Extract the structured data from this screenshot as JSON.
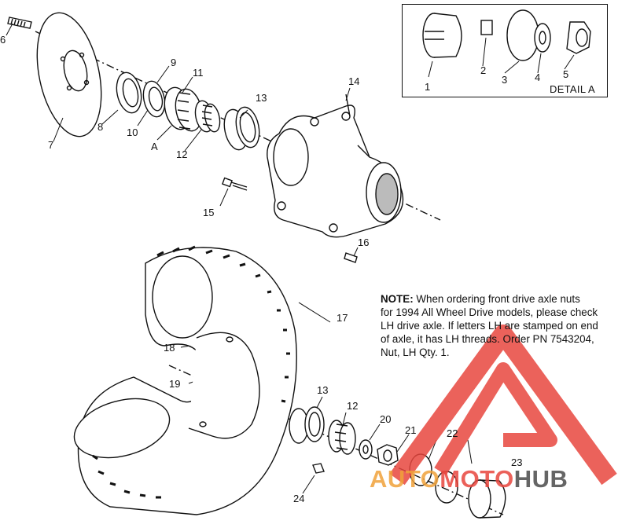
{
  "detail": {
    "title": "DETAIL A"
  },
  "callouts": {
    "p1": "1",
    "p2": "2",
    "p3": "3",
    "p4": "4",
    "p5": "5",
    "p6": "6",
    "p7": "7",
    "p8": "8",
    "p9": "9",
    "p10": "10",
    "p11": "11",
    "pA": "A",
    "p12a": "12",
    "p13a": "13",
    "p14": "14",
    "p15": "15",
    "p16": "16",
    "p17": "17",
    "p18": "18",
    "p19": "19",
    "p13b": "13",
    "p12b": "12",
    "p20": "20",
    "p21": "21",
    "p22": "22",
    "p23": "23",
    "p24": "24"
  },
  "note": {
    "heading": "NOTE:",
    "line1": " When ordering front drive axle nuts",
    "line2": "for 1994 All Wheel Drive models, please check",
    "line3": "LH drive axle.  If letters LH are stamped on end",
    "line4": "of axle, it has LH threads.  Order PN 7543204,",
    "line5": "Nut, LH Qty. 1."
  },
  "watermark": {
    "part1": "AUTO",
    "part2": "MOTO",
    "part3": "HUB",
    "color_red": "#e8463e",
    "color_orange": "#f0a23a",
    "color_gray": "#555555"
  }
}
